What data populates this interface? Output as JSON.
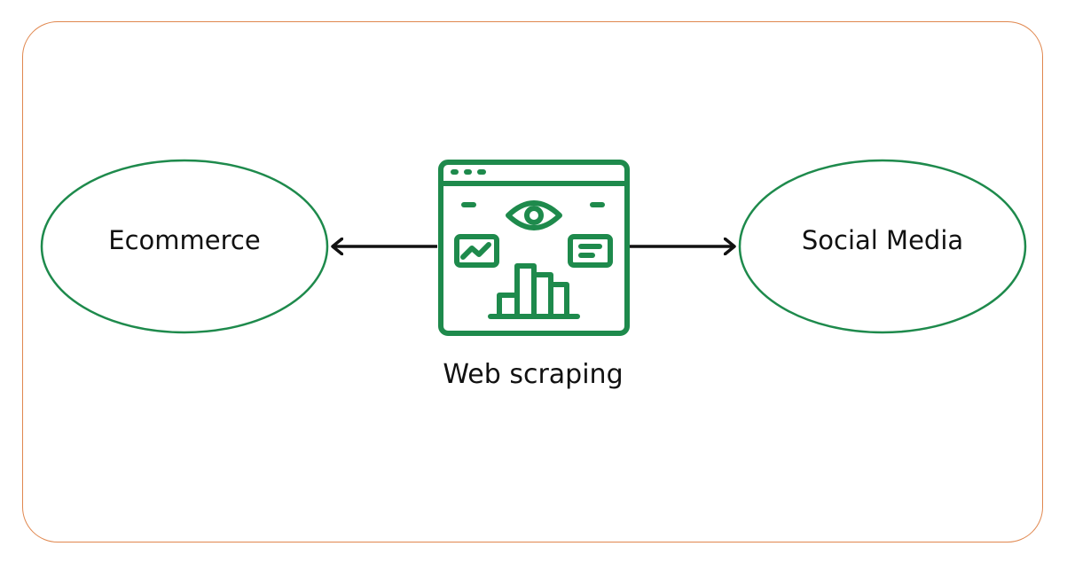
{
  "diagram": {
    "left_node": {
      "label": "Ecommerce"
    },
    "center_node": {
      "label": "Web scraping",
      "icon": "web-scraping-dashboard-icon"
    },
    "right_node": {
      "label": "Social Media"
    },
    "edges": [
      {
        "from": "Web scraping",
        "to": "Ecommerce"
      },
      {
        "from": "Web scraping",
        "to": "Social Media"
      }
    ]
  },
  "colors": {
    "frame_border": "#E0874E",
    "node_stroke": "#1E8A4C",
    "icon_stroke": "#1E8A4C",
    "arrow": "#111111",
    "text": "#111111"
  }
}
